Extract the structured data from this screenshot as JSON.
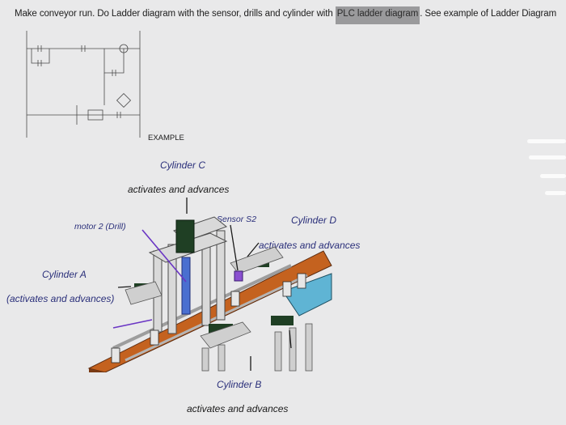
{
  "instruction": {
    "part1": "Make conveyor run. Do Ladder diagram with the sensor, drills and cylinder with ",
    "highlight": "PLC ladder diagram",
    "part2": ". See example of Ladder Diagram"
  },
  "example_label": "EXAMPLE",
  "labels": {
    "cylinder_c": "Cylinder C",
    "cylinder_c_action": "activates and advances",
    "motor": "motor 2 (Drill)",
    "sensor": "Sensor S2",
    "cylinder_d": "Cylinder D",
    "cylinder_d_action": "activates and advances",
    "cylinder_a": "Cylinder A",
    "cylinder_a_action": "(activates and advances)",
    "cylinder_b": "Cylinder B",
    "cylinder_b_action": "activates and advances"
  },
  "colors": {
    "label_blue": "#2a2f7a",
    "callout_black": "#1a1a1a",
    "arrow_purple": "#6a35c4",
    "belt_orange": "#c4621f",
    "belt_blue": "#5fb4d4",
    "cylinder_green": "#1f3f24",
    "frame_gray": "#c8c8c8"
  }
}
